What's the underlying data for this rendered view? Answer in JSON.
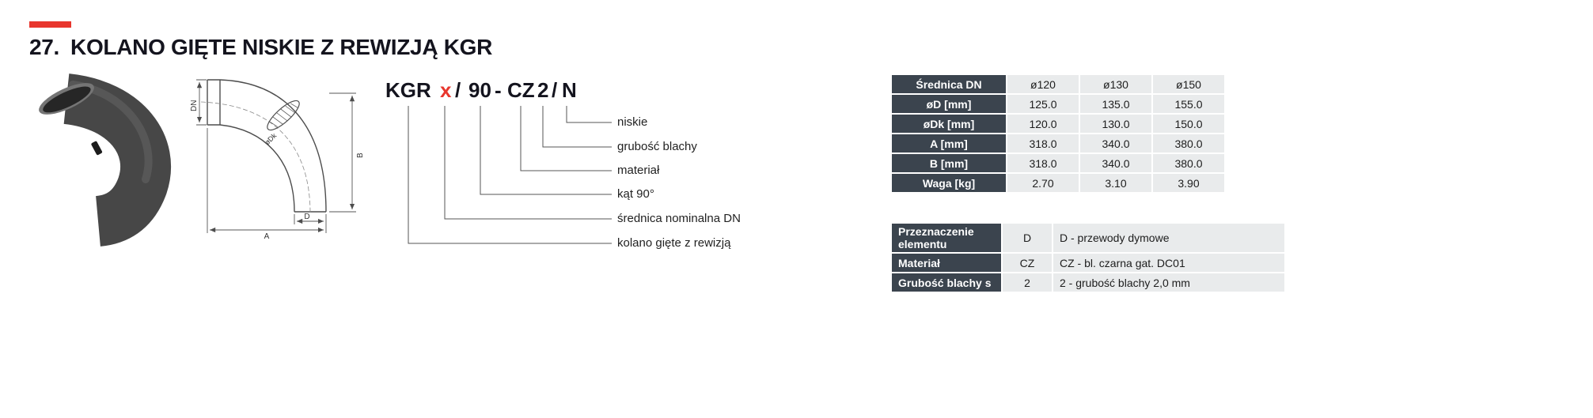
{
  "header": {
    "number": "27.",
    "title": "KOLANO GIĘTE NISKIE Z REWIZJĄ KGR"
  },
  "code": {
    "parts": [
      {
        "text": "KGR"
      },
      {
        "text": "x"
      },
      {
        "text": "/"
      },
      {
        "text": "90"
      },
      {
        "text": "-"
      },
      {
        "text": "CZ"
      },
      {
        "text": "2"
      },
      {
        "text": "/"
      },
      {
        "text": "N"
      }
    ]
  },
  "code_labels": [
    "niskie",
    "grubość blachy",
    "materiał",
    "kąt 90°",
    "średnica nominalna DN",
    "kolano gięte z rewizją"
  ],
  "drawing": {
    "labels": {
      "dn": "DN",
      "b": "B",
      "d": "D",
      "a": "A",
      "diag": "øDk"
    }
  },
  "spec_table": {
    "rows": [
      {
        "label": "Średnica DN",
        "values": [
          "ø120",
          "ø130",
          "ø150"
        ]
      },
      {
        "label": "øD [mm]",
        "values": [
          "125.0",
          "135.0",
          "155.0"
        ]
      },
      {
        "label": "øDk [mm]",
        "values": [
          "120.0",
          "130.0",
          "150.0"
        ]
      },
      {
        "label": "A [mm]",
        "values": [
          "318.0",
          "340.0",
          "380.0"
        ]
      },
      {
        "label": "B [mm]",
        "values": [
          "318.0",
          "340.0",
          "380.0"
        ]
      },
      {
        "label": "Waga [kg]",
        "values": [
          "2.70",
          "3.10",
          "3.90"
        ]
      }
    ]
  },
  "info_table": {
    "rows": [
      {
        "label": "Przeznaczenie elementu",
        "code": "D",
        "description": "D - przewody dymowe"
      },
      {
        "label": "Materiał",
        "code": "CZ",
        "description": "CZ - bl. czarna gat. DC01"
      },
      {
        "label": "Grubość blachy s",
        "code": "2",
        "description": "2 - grubość blachy 2,0 mm"
      }
    ]
  },
  "colors": {
    "accent": "#e8362d",
    "dark_cell": "#3b444e",
    "light_cell": "#e9ebec"
  }
}
